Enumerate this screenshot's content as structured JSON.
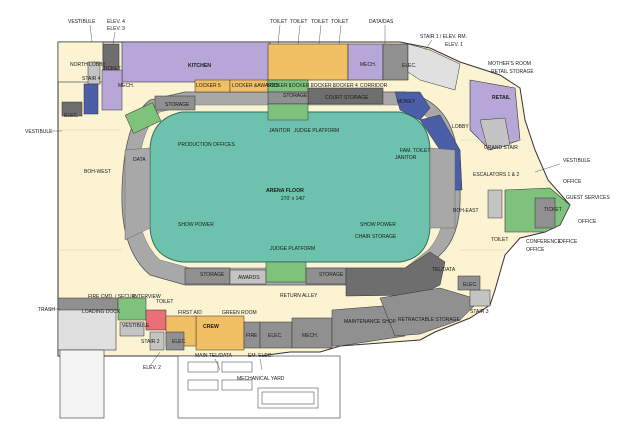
{
  "colors": {
    "concourse": "#fbf3d2",
    "arena": "#6cc2ac",
    "seating": "#a8a8a8",
    "purple": "#b7a7d8",
    "orange": "#f1c064",
    "green": "#7ec27c",
    "blue": "#4a5fa8",
    "pink": "#ea6f78",
    "gray_dark": "#6e6e6e",
    "gray_mid": "#909090",
    "gray_light": "#c4c4c4"
  },
  "labels": {
    "vestibule_top": "VESTIBULE",
    "elev4": "ELEV. 4",
    "elev3": "ELEV. 3",
    "toilet1": "TOILET",
    "toilet2": "TOILET",
    "toilet3": "TOILET",
    "toilet4": "TOILET",
    "data_das": "DATA/DAS",
    "stair1_elev_rm": "STAIR 1 / ELEV. RM.",
    "elev1": "ELEV. 1",
    "north_lobby": "NORTH LOBBY",
    "ticket_nw": "TICKET",
    "stair4": "STAIR 4",
    "mech_nw": "MECH.",
    "kitchen": "KITCHEN",
    "mech_n": "MECH.",
    "elec_n": "ELEC.",
    "mothers_room": "MOTHER'S ROOM",
    "retail_storage": "RETAIL STORAGE",
    "locker5": "LOCKER 5",
    "locker_awards": "LOCKER &AWARDS",
    "locker1": "LOCKER 1",
    "locker2": "LOCKER 2",
    "locker3": "LOCKER 3",
    "locker4": "LOCKER 4",
    "corridor": "CORRIDOR",
    "retail": "RETAIL",
    "vestibule_w": "VESTIBULE",
    "elec_nw": "ELEC.",
    "storage_n1": "STORAGE",
    "storage_n2": "STORAGE",
    "court_storage": "COURT STORAGE",
    "money": "MONEY",
    "janitor_n": "JANITOR",
    "judge_platform_n": "JUDGE PLATFORM",
    "lobby": "LOBBY",
    "grand_stair": "GRAND STAIR",
    "production_offices": "PRODUCTION OFFICES",
    "fam_toilet": "FAM. TOILET",
    "janitor_e": "JANITOR",
    "vestibule_e": "VESTIBULE",
    "data": "DATA",
    "boh_west": "BOH-WEST",
    "arena_floor": "ARENA FLOOR",
    "arena_dims": "270' x 140'",
    "escalators": "ESCALATORS 1 & 2",
    "office_e1": "OFFICE",
    "guest_services": "GUEST SERVICES",
    "boh_east": "BOH-EAST",
    "ticket_e": "TICKET",
    "office_e2": "OFFICE",
    "show_power_w": "SHOW POWER",
    "show_power_e": "SHOW POWER",
    "chair_storage": "CHAIR STORAGE",
    "toilet_e": "TOILET",
    "conference": "CONFERENCE",
    "office_e3": "OFFICE",
    "office_e4": "OFFICE",
    "judge_platform_s": "JUDGE PLATFORM",
    "storage_s1": "STORAGE",
    "awards": "AWARDS",
    "storage_s2": "STORAGE",
    "tel_data": "TEL/DATA",
    "elec_se": "ELEC.",
    "return_alley": "RETURN ALLEY",
    "fire_cmd": "FIRE CMD. / SECUR.",
    "interview": "INTERVIEW",
    "toilet_s": "TOILET",
    "trash": "TRASH",
    "loading_dock": "LOADING DOCK",
    "first_aid": "FIRST AID",
    "green_room": "GREEN ROOM",
    "stair3": "STAIR 3",
    "vestibule_s": "VESTIBULE",
    "crew": "CREW",
    "fire": "FIRE",
    "elec_s1": "ELEC.",
    "mech_s": "MECH.",
    "retractable_storage": "RETRACTABLE STORAGE",
    "maintenance_shop": "MAINTENANCE SHOP",
    "stair2": "STAIR 2",
    "elec_s2": "ELEC.",
    "main_tel_data": "MAIN TEL/DATA",
    "em_elec": "EM. ELEC.",
    "elev2": "ELEV. 2",
    "mechanical_yard": "MECHANICAL YARD"
  }
}
